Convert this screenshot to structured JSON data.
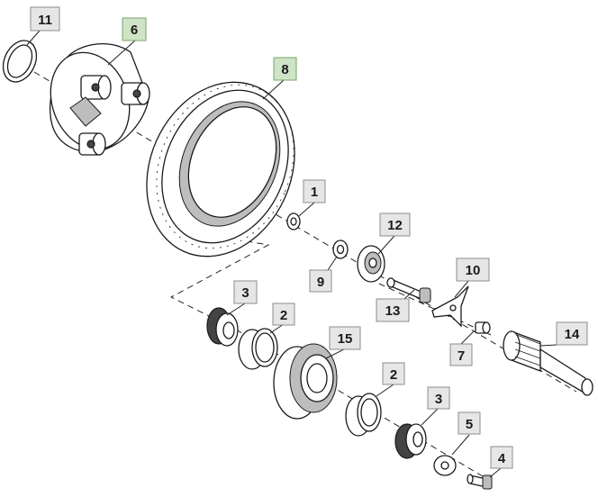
{
  "colors": {
    "callout_fill": "#e6e6e6",
    "callout_highlight_fill": "#cfe3c6",
    "line": "#1a1a1a"
  },
  "callouts": [
    {
      "id": "c11",
      "label": "11",
      "highlighted": false
    },
    {
      "id": "c6",
      "label": "6",
      "highlighted": true
    },
    {
      "id": "c8",
      "label": "8",
      "highlighted": true
    },
    {
      "id": "c1",
      "label": "1",
      "highlighted": false
    },
    {
      "id": "c12",
      "label": "12",
      "highlighted": false
    },
    {
      "id": "c9",
      "label": "9",
      "highlighted": false
    },
    {
      "id": "c10",
      "label": "10",
      "highlighted": false
    },
    {
      "id": "c13",
      "label": "13",
      "highlighted": false
    },
    {
      "id": "c7",
      "label": "7",
      "highlighted": false
    },
    {
      "id": "c14",
      "label": "14",
      "highlighted": false
    },
    {
      "id": "c3a",
      "label": "3",
      "highlighted": false
    },
    {
      "id": "c2a",
      "label": "2",
      "highlighted": false
    },
    {
      "id": "c15",
      "label": "15",
      "highlighted": false
    },
    {
      "id": "c2b",
      "label": "2",
      "highlighted": false
    },
    {
      "id": "c3b",
      "label": "3",
      "highlighted": false
    },
    {
      "id": "c5",
      "label": "5",
      "highlighted": false
    },
    {
      "id": "c4",
      "label": "4",
      "highlighted": false
    }
  ],
  "parts": [
    {
      "name": "o-ring-11"
    },
    {
      "name": "planet-carrier-6"
    },
    {
      "name": "ring-gear-8"
    },
    {
      "name": "washer-1"
    },
    {
      "name": "thrust-washer-12"
    },
    {
      "name": "washer-9"
    },
    {
      "name": "lock-plate-10"
    },
    {
      "name": "bolt-13"
    },
    {
      "name": "bushing-7"
    },
    {
      "name": "splined-shaft-14"
    },
    {
      "name": "bearing-cone-3-upper"
    },
    {
      "name": "bearing-cup-2-upper"
    },
    {
      "name": "planet-gear-15"
    },
    {
      "name": "bearing-cup-2-lower"
    },
    {
      "name": "bearing-cone-3-lower"
    },
    {
      "name": "washer-5"
    },
    {
      "name": "bolt-4"
    }
  ]
}
